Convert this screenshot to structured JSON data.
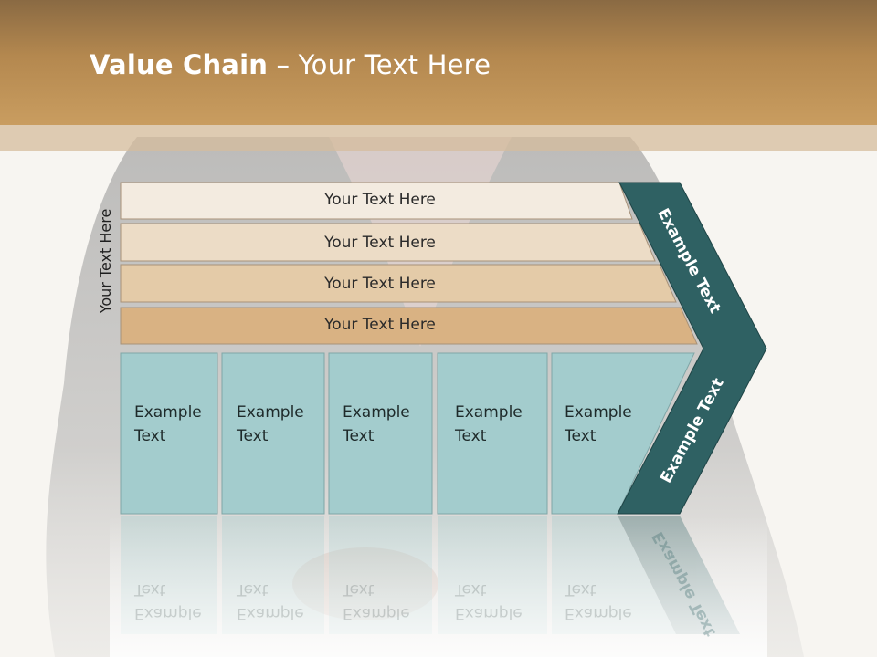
{
  "slide": {
    "title_bold": "Value Chain",
    "title_rest": " – Your Text Here",
    "side_label": "Your Text Here",
    "rows": [
      {
        "label": "Your Text Here"
      },
      {
        "label": "Your Text Here"
      },
      {
        "label": "Your Text Here"
      },
      {
        "label": "Your Text Here"
      }
    ],
    "boxes": [
      {
        "line1": "Example",
        "line2": "Text"
      },
      {
        "line1": "Example",
        "line2": "Text"
      },
      {
        "line1": "Example",
        "line2": "Text"
      },
      {
        "line1": "Example",
        "line2": "Text"
      },
      {
        "line1": "Example",
        "line2": "Text"
      }
    ],
    "chevron_upper": "Example Text",
    "chevron_lower": "Example Text"
  },
  "colors": {
    "header": "#b4884f",
    "row_1": "#f3ebe0",
    "row_2": "#ecdcc6",
    "row_3": "#e4cba8",
    "row_4": "#d9b283",
    "box_fill": "#a3cccd",
    "chevron": "#2f6163"
  }
}
